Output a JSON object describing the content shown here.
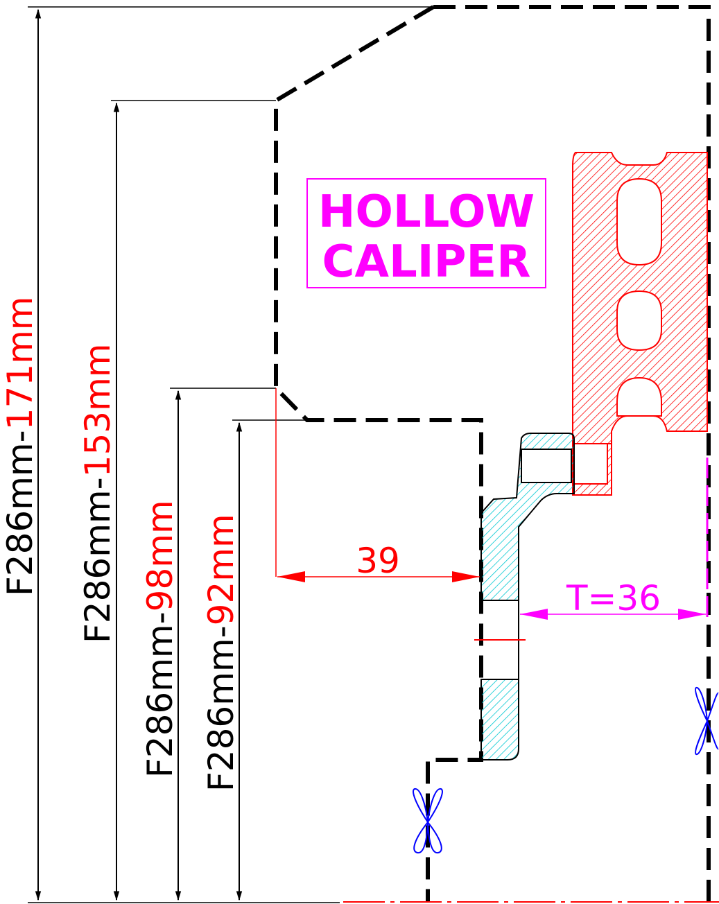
{
  "title": {
    "line1": "HOLLOW",
    "line2": "CALIPER"
  },
  "dimensions": {
    "d1": {
      "prefix": "F286mm-",
      "value": "171mm"
    },
    "d2": {
      "prefix": "F286mm-",
      "value": "153mm"
    },
    "d3": {
      "prefix": "F286mm-",
      "value": "98mm"
    },
    "d4": {
      "prefix": "F286mm-",
      "value": "92mm"
    },
    "offset": "39",
    "thickness": "T=36"
  },
  "colors": {
    "outline": "#000000",
    "caliper": "#ff0000",
    "adapter": "#00c8d2",
    "title": "#ff00ff",
    "bolt": "#0000ff",
    "dimension_accent": "#ff0000",
    "thickness_dim": "#ff00ff"
  }
}
